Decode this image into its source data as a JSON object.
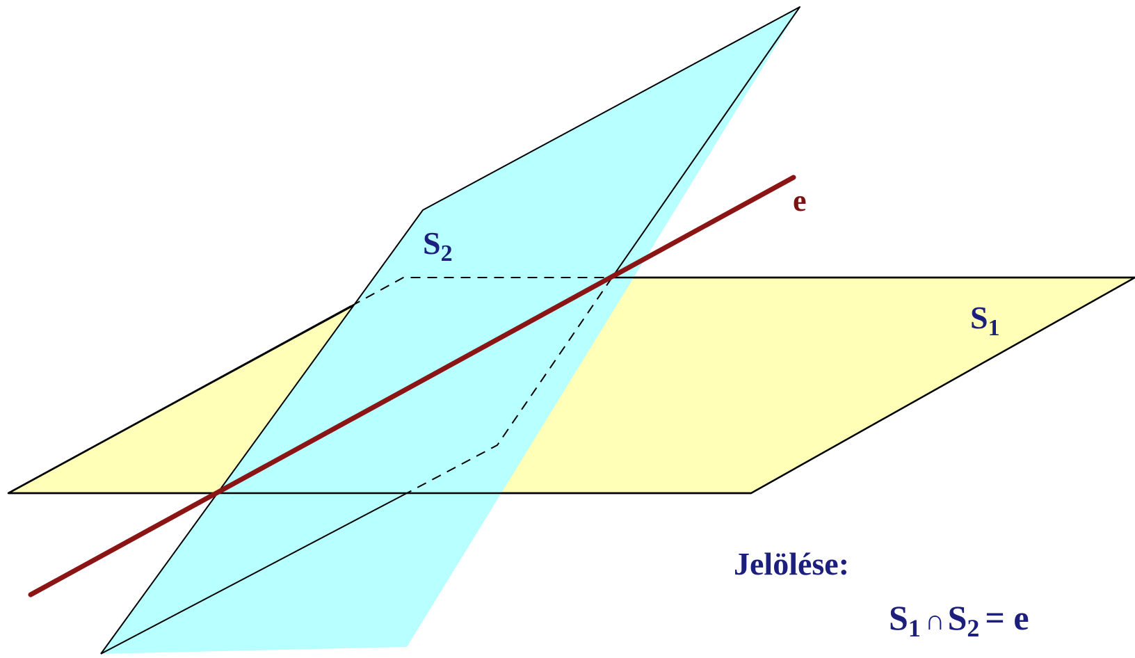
{
  "labels": {
    "plane_s2": {
      "main": "S",
      "sub": "2"
    },
    "plane_s1": {
      "main": "S",
      "sub": "1"
    },
    "line_e": "e"
  },
  "notation": {
    "heading": "Jelölése:",
    "formula": {
      "s1_main": "S",
      "s1_sub": "1",
      "operator": "∩",
      "s2_main": "S",
      "s2_sub": "2",
      "equals_part": "= e"
    }
  },
  "colors": {
    "plane_s1_fill": "#ffffb8",
    "plane_s2_fill": "#b8ffff",
    "outline": "#000000",
    "intersection_line": "#8b1414",
    "label_navy": "#1c1f7c",
    "label_maroon": "#7a1212"
  }
}
